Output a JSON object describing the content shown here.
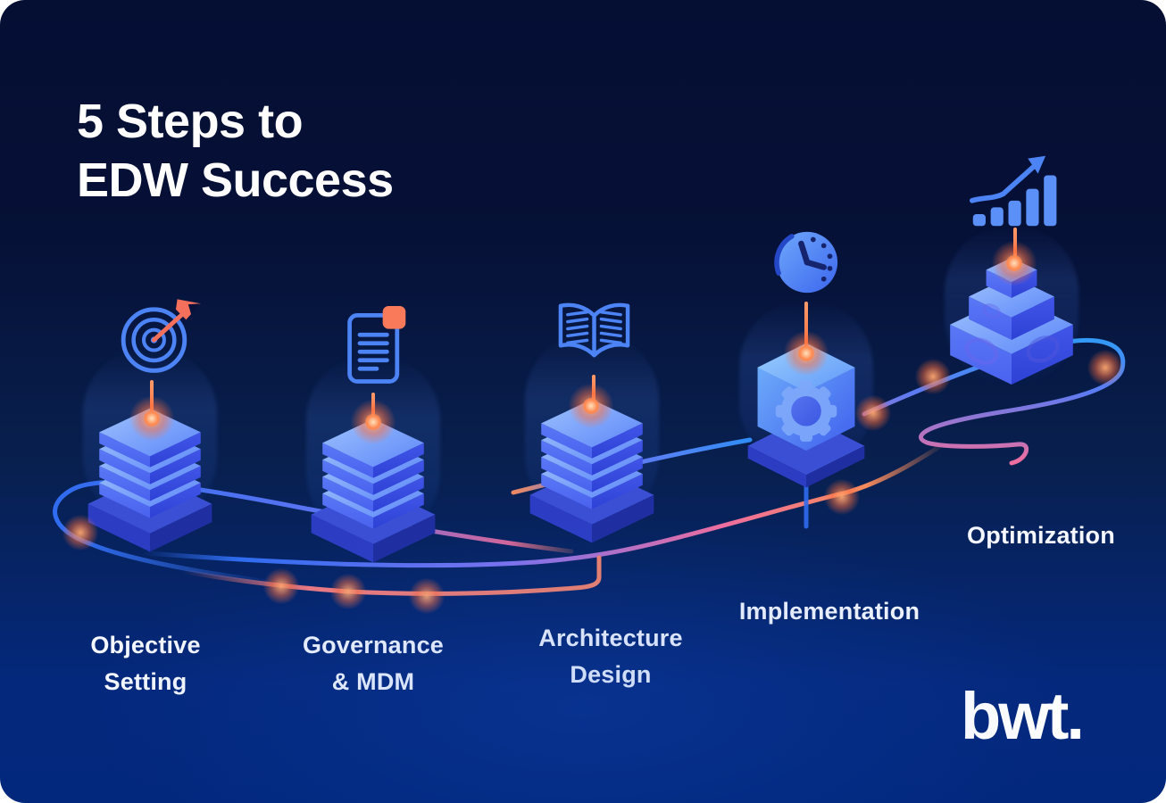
{
  "title": {
    "line1": "5 Steps to",
    "line2": "EDW Success"
  },
  "steps": [
    {
      "icon": "target-dart-icon",
      "label1": "Objective",
      "label2": "Setting",
      "structure": "data-stack"
    },
    {
      "icon": "document-icon",
      "label1": "Governance",
      "label2": "& MDM",
      "structure": "data-stack"
    },
    {
      "icon": "open-book-icon",
      "label1": "Architecture",
      "label2": "Design",
      "structure": "data-stack"
    },
    {
      "icon": "clock-icon",
      "label1": "Implementation",
      "label2": "",
      "structure": "gear-hexagon"
    },
    {
      "icon": "growth-chart-icon",
      "label1": "Optimization",
      "label2": "",
      "structure": "tiered-platform"
    }
  ],
  "logo": {
    "text": "bwt."
  },
  "colors": {
    "background_top": "#050e33",
    "background_bottom": "#03297f",
    "accent_blue": "#4c84f6",
    "accent_orange": "#f4745c",
    "path_pink": "#ee6e9f",
    "text": "#ffffff"
  }
}
